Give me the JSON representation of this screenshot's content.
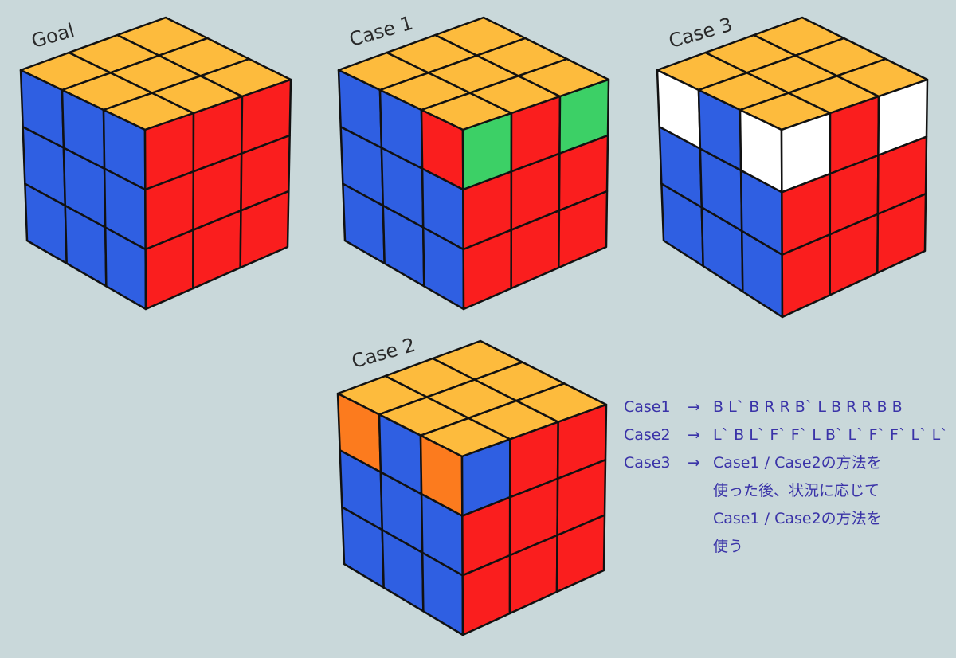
{
  "cubes": [
    {
      "id": "goal",
      "label": "Goal",
      "top": [
        "Y",
        "Y",
        "Y",
        "Y",
        "Y",
        "Y",
        "Y",
        "Y",
        "Y"
      ],
      "left": [
        "B",
        "B",
        "B",
        "B",
        "B",
        "B",
        "B",
        "B",
        "B"
      ],
      "right": [
        "R",
        "R",
        "R",
        "R",
        "R",
        "R",
        "R",
        "R",
        "R"
      ]
    },
    {
      "id": "case1",
      "label": "Case 1",
      "top": [
        "Y",
        "Y",
        "Y",
        "Y",
        "Y",
        "Y",
        "Y",
        "Y",
        "Y"
      ],
      "left": [
        "B",
        "B",
        "R",
        "B",
        "B",
        "B",
        "B",
        "B",
        "B"
      ],
      "right": [
        "G",
        "R",
        "G",
        "R",
        "R",
        "R",
        "R",
        "R",
        "R"
      ]
    },
    {
      "id": "case3",
      "label": "Case 3",
      "top": [
        "Y",
        "Y",
        "Y",
        "Y",
        "Y",
        "Y",
        "Y",
        "Y",
        "Y"
      ],
      "left": [
        "W",
        "B",
        "W",
        "B",
        "B",
        "B",
        "B",
        "B",
        "B"
      ],
      "right": [
        "W",
        "R",
        "W",
        "R",
        "R",
        "R",
        "R",
        "R",
        "R"
      ]
    },
    {
      "id": "case2",
      "label": "Case 2",
      "top": [
        "Y",
        "Y",
        "Y",
        "Y",
        "Y",
        "Y",
        "Y",
        "Y",
        "Y"
      ],
      "left": [
        "O",
        "B",
        "O",
        "B",
        "B",
        "B",
        "B",
        "B",
        "B"
      ],
      "right": [
        "B",
        "R",
        "R",
        "R",
        "R",
        "R",
        "R",
        "R",
        "R"
      ]
    }
  ],
  "palette": {
    "Y": "#fdbb3d",
    "B": "#2f5fe2",
    "R": "#fa1e1e",
    "G": "#3cd066",
    "W": "#ffffff",
    "O": "#fc7b1e",
    "edge": "#111111"
  },
  "notes": {
    "case1_key": "Case1",
    "case1_arrow": "→",
    "case1_moves": "B L` B R R B` L B R R B B",
    "case2_key": "Case2",
    "case2_arrow": "→",
    "case2_moves": "L` B L` F` F` L B` L` F` F` L` L`",
    "case3_key": "Case3",
    "case3_arrow": "→",
    "case3_line1": "Case1 / Case2の方法を",
    "case3_line2": "使った後、状況に応じて",
    "case3_line3": "Case1 / Case2の方法を",
    "case3_line4": "使う"
  }
}
